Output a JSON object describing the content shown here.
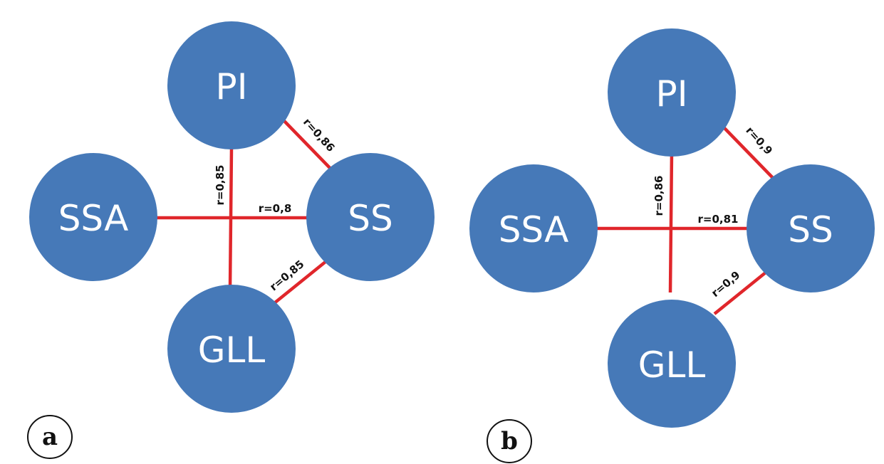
{
  "colors": {
    "node": "#4679b8",
    "edge": "#e0262b",
    "label": "#111111"
  },
  "panels": [
    {
      "id": "a",
      "label": "a",
      "nodes": {
        "PI": "PI",
        "SSA": "SSA",
        "SS": "SS",
        "GLL": "GLL"
      },
      "edges": {
        "pi_gll": "r=0,85",
        "ssa_ss": "r=0,8",
        "pi_ss": "r=0,86",
        "ss_gll": "r=0,85"
      }
    },
    {
      "id": "b",
      "label": "b",
      "nodes": {
        "PI": "PI",
        "SSA": "SSA",
        "SS": "SS",
        "GLL": "GLL"
      },
      "edges": {
        "pi_gll": "r=0,86",
        "ssa_ss": "r=0,81",
        "pi_ss": "r=0,9",
        "ss_gll": "r=0,9"
      }
    }
  ]
}
